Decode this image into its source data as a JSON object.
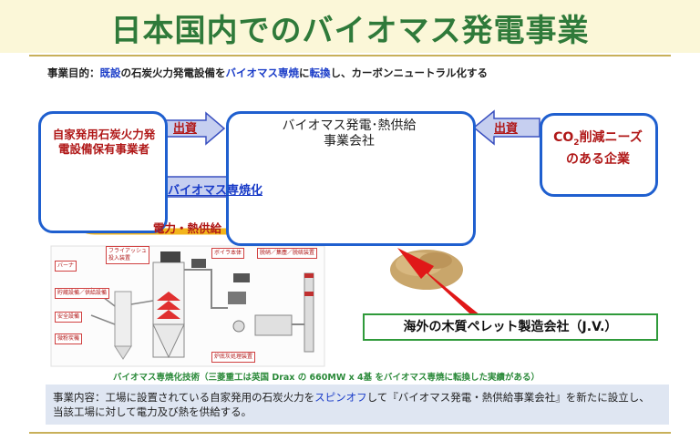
{
  "title": "日本国内でのバイオマス発電事業",
  "purpose": {
    "prefix": "事業目的：",
    "existing": "既設",
    "mid1": "の石炭火力発電設備を",
    "biomass": "バイオマス専焼",
    "mid2": "に",
    "convert": "転換",
    "suffix": "し、カーボンニュートラル化する"
  },
  "left_box": {
    "line1": "自家発用石炭火力発",
    "line2": "電設備保有事業者"
  },
  "mid_box": {
    "line1": "バイオマス発電･熱供給",
    "line2": "事業会社"
  },
  "right_box": {
    "line1_pre": "CO",
    "line1_sub": "2",
    "line1_post": "削減ニーズ",
    "line2": "のある企業"
  },
  "arrows": {
    "invest_left": "出資",
    "invest_right": "出資",
    "spin": "バイオマス専焼化",
    "power_heat": "電力・熱供給"
  },
  "pellet_company": "海外の木質ペレット製造会社（J.V.）",
  "diagram_tags": {
    "fly_ash": [
      "フライアッシュ",
      "投入装置"
    ],
    "burner": [
      "バーナ"
    ],
    "storage": [
      "貯蔵設備／供給設備"
    ],
    "safety": [
      "安全設備"
    ],
    "mill": [
      "微粉炭機"
    ],
    "boiler": [
      "ボイラ本体"
    ],
    "dust": [
      "脱硝／集塵／脱硫装置"
    ],
    "furnace": [
      "炉底灰処理装置"
    ]
  },
  "tech_caption": "バイオマス専焼化技術（三菱重工は英国 Drax の 660MW x 4基 をバイオマス専焼に転換した実績がある）",
  "content": {
    "prefix": "事業内容：工場に設置されている自家発用の石炭火力を",
    "spin_off": "スピンオフ",
    "mid": "して『バイオマス発電・熱供給事業会社』を新たに設立し、",
    "line2": "当該工場に対して電力及び熱を供給する。"
  },
  "colors": {
    "title_green": "#2f7a3a",
    "title_band": "#fbf7d8",
    "box_border": "#1f5fcf",
    "accent_red": "#b01818",
    "accent_blue": "#1a3cc8",
    "plant_green": "#4caf50",
    "content_bg": "#dfe6f2",
    "arrow_fill": "#c6cff0",
    "feed_arrow": "#f2b41c"
  }
}
